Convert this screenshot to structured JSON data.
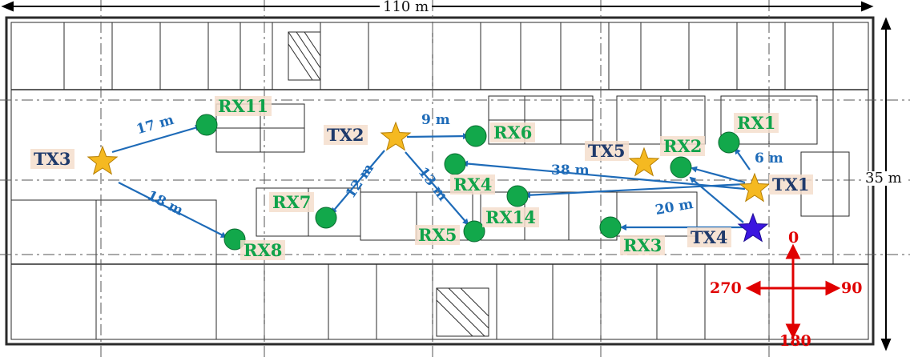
{
  "dimensions": {
    "width_label": "110 m",
    "height_label": "35 m"
  },
  "transmitters": {
    "tx1": {
      "label": "TX1",
      "color": "#f5b921"
    },
    "tx2": {
      "label": "TX2",
      "color": "#f5b921"
    },
    "tx3": {
      "label": "TX3",
      "color": "#f5b921"
    },
    "tx4": {
      "label": "TX4",
      "color": "#3b16e0"
    },
    "tx5": {
      "label": "TX5",
      "color": "#f5b921"
    }
  },
  "receivers": {
    "rx1": "RX1",
    "rx2": "RX2",
    "rx3": "RX3",
    "rx4": "RX4",
    "rx5": "RX5",
    "rx6": "RX6",
    "rx7": "RX7",
    "rx8": "RX8",
    "rx11": "RX11",
    "rx14": "RX14"
  },
  "receiver_color": "#12a84b",
  "links": {
    "tx3_rx11": "17 m",
    "tx3_rx8": "18 m",
    "tx2_rx6": "9 m",
    "tx2_rx7": "12 m",
    "tx2_rx5": "13 m",
    "tx1_rx4": "38 m",
    "tx4_rx3": "20 m",
    "tx1_rx1": "6 m"
  },
  "link_color": "#1e6bb8",
  "compass": {
    "north": "0",
    "east": "90",
    "south": "180",
    "west": "270",
    "color": "#e00000"
  }
}
